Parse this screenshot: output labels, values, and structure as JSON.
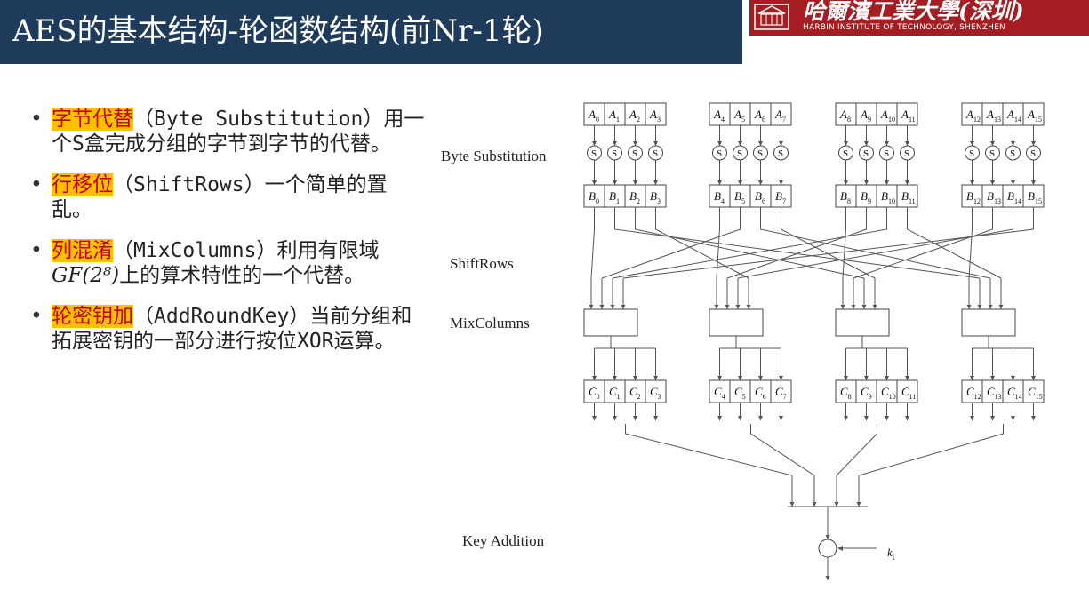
{
  "title": "AES的基本结构-轮函数结构(前Nr-1轮)",
  "logo": {
    "name_cn": "哈爾濱工業大學(深圳)",
    "name_en": "HARBIN INSTITUTE OF TECHNOLOGY, SHENZHEN"
  },
  "bullets": [
    {
      "term": "字节代替",
      "text": "（Byte Substitution）用一个S盒完成分组的字节到字节的代替。"
    },
    {
      "term": "行移位",
      "text": "（ShiftRows）一个简单的置乱。"
    },
    {
      "term": "列混淆",
      "text_before": "（MixColumns）利用有限域",
      "math": "GF(2⁸)",
      "text_after": "上的算术特性的一个代替。"
    },
    {
      "term": "轮密钥加",
      "text": "（AddRoundKey）当前分组和拓展密钥的一部分进行按位XOR运算。"
    }
  ],
  "diagram": {
    "labels": {
      "byte_sub": "Byte Substitution",
      "shift_rows": "ShiftRows",
      "mix_columns": "MixColumns",
      "key_addition": "Key Addition",
      "round_key": "k",
      "round_key_sub": "i"
    },
    "sbox_symbol": "S",
    "a_row": [
      "A",
      "A",
      "A",
      "A",
      "A",
      "A",
      "A",
      "A",
      "A",
      "A",
      "A",
      "A",
      "A",
      "A",
      "A",
      "A"
    ],
    "b_row": [
      "B",
      "B",
      "B",
      "B",
      "B",
      "B",
      "B",
      "B",
      "B",
      "B",
      "B",
      "B",
      "B",
      "B",
      "B",
      "B"
    ],
    "c_row": [
      "C",
      "C",
      "C",
      "C",
      "C",
      "C",
      "C",
      "C",
      "C",
      "C",
      "C",
      "C",
      "C",
      "C",
      "C",
      "C"
    ],
    "subscripts": [
      "0",
      "1",
      "2",
      "3",
      "4",
      "5",
      "6",
      "7",
      "8",
      "9",
      "10",
      "11",
      "12",
      "13",
      "14",
      "15"
    ],
    "colors": {
      "title_bg": "#1f3b5c",
      "highlight": "#ffc000",
      "highlight_text": "#c00000",
      "logo_bg": "#a31d22"
    }
  }
}
